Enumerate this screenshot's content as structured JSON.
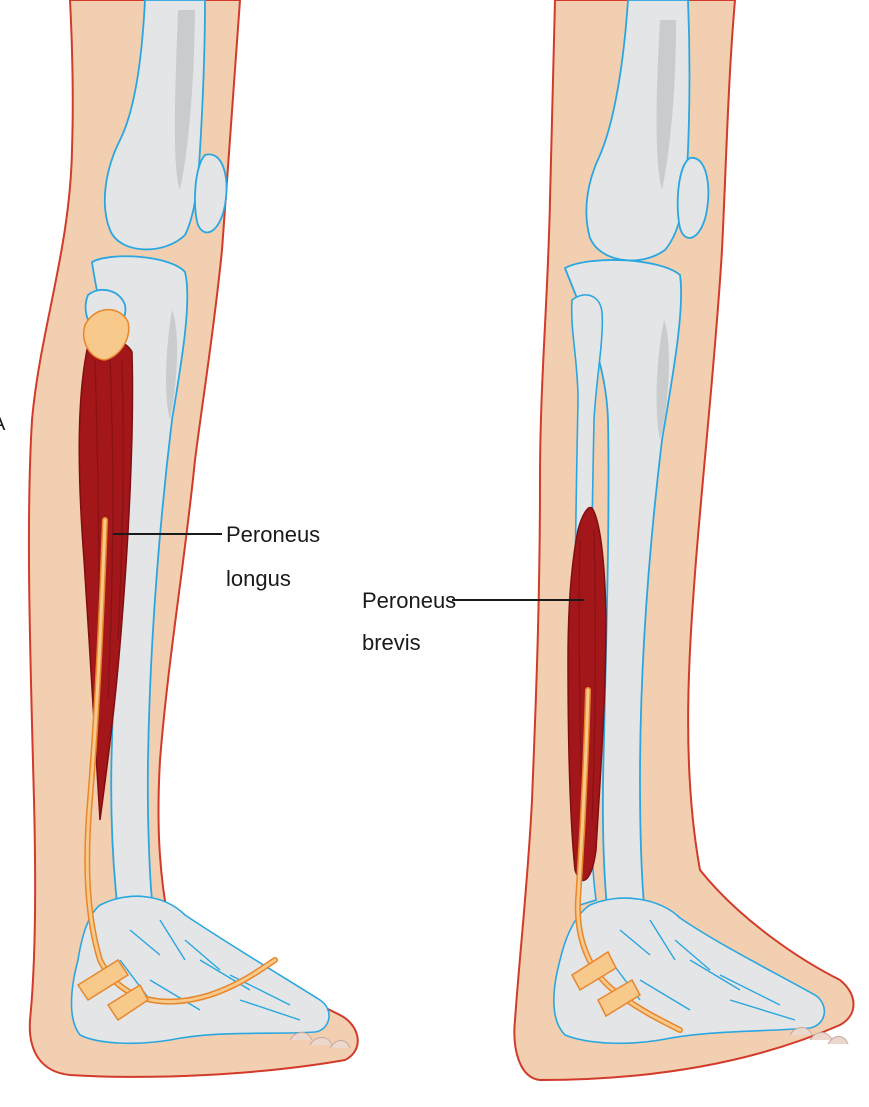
{
  "figure": {
    "left_leg": {
      "label_line1": "Peroneus",
      "label_line2": "longus",
      "edge_letter": "A"
    },
    "right_leg": {
      "label_line1": "Peroneus",
      "label_line2": "brevis"
    }
  },
  "colors": {
    "skin": "#f2cfb1",
    "skin_outline": "#d23a2a",
    "bone": "#e3e5e6",
    "bone_shadow": "#c9cbcc",
    "bone_outline": "#2aa7e0",
    "muscle": "#a3161a",
    "muscle_dark": "#7e0f12",
    "tendon": "#f7c98a",
    "tendon_outline": "#e8862c",
    "leader_line": "#1a1a1a"
  }
}
